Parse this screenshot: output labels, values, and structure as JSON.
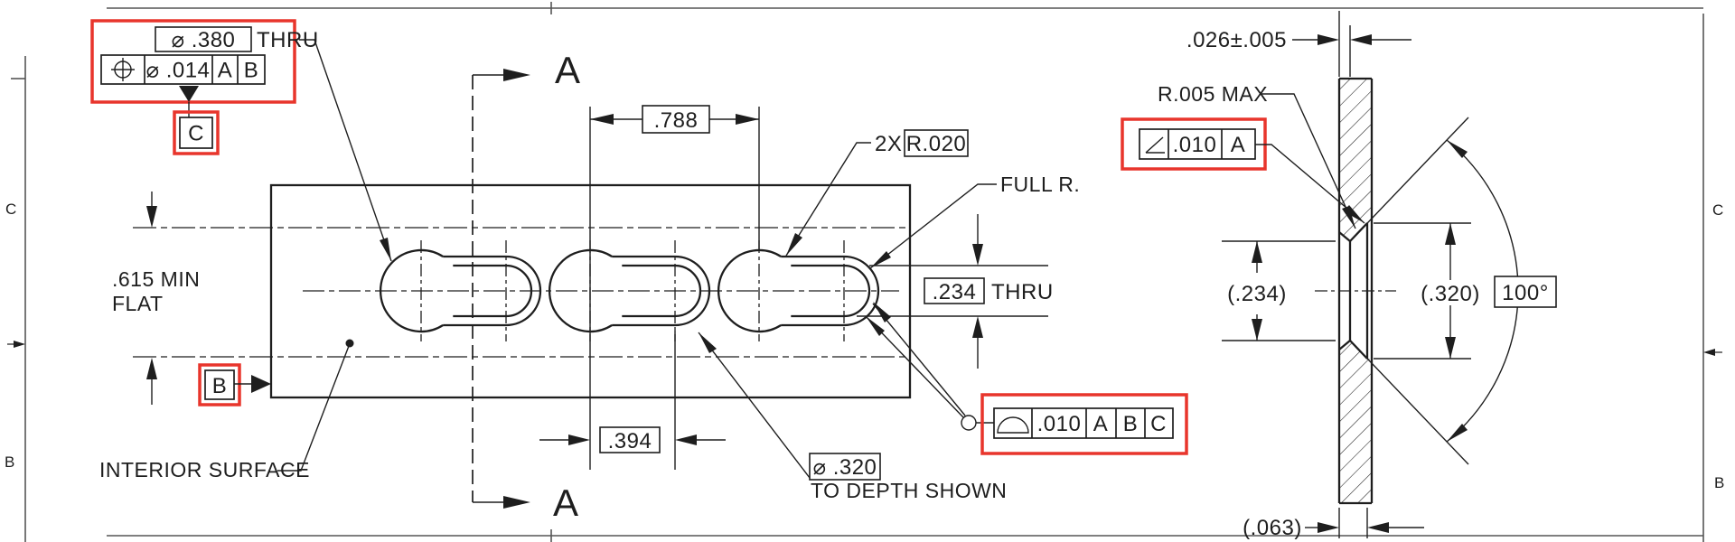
{
  "colors": {
    "line": "#1e1e1e",
    "highlight_red": "#e8352c",
    "background": "#ffffff"
  },
  "border": {
    "left_top": "C",
    "left_bottom": "B",
    "right_top": "C",
    "right_bottom": "B"
  },
  "section": {
    "top": "A",
    "bottom": "A"
  },
  "hole_callout": {
    "geo_symbol": "position-symbol",
    "size": "⌀ .380",
    "suffix": "THRU",
    "tolerance": "⌀ .014",
    "datum1": "A",
    "datum2": "B",
    "datum_flag": "C"
  },
  "dimensions": {
    "spacing": ".788",
    "half_spacing": ".394",
    "corner_qty": "2X",
    "corner_radius": "R.020",
    "full_radius": "FULL R.",
    "slot_width": ".234",
    "slot_width_suffix": "THRU",
    "flat_line1": ".615 MIN",
    "flat_line2": "FLAT",
    "cbore": "⌀ .320",
    "cbore_note": "TO DEPTH SHOWN",
    "interior_label": "INTERIOR SURFACE",
    "datum_b": "B"
  },
  "profile_frame": {
    "geo_symbol": "profile-of-surface-symbol",
    "tolerance": ".010",
    "datum1": "A",
    "datum2": "B",
    "datum3": "C"
  },
  "side_view": {
    "edge_width": ".026±.005",
    "max_radius": "R.005 MAX",
    "angularity": {
      "geo_symbol": "angularity-symbol",
      "tolerance": ".010",
      "datum1": "A"
    },
    "ref_slot_width": "(.234)",
    "ref_cbore": "(.320)",
    "csk_angle": "100°",
    "ref_thickness": "(.063)"
  }
}
